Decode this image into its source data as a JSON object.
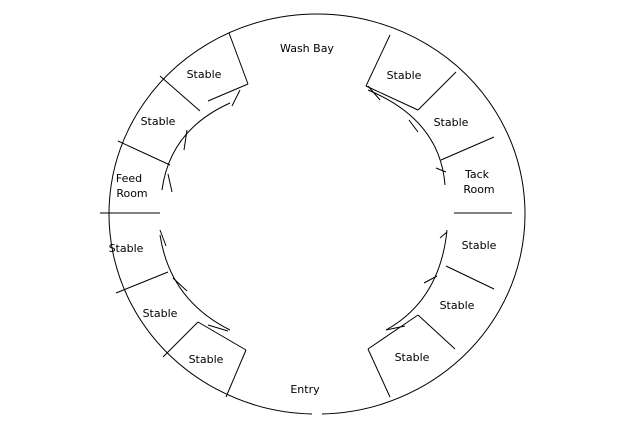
{
  "colors": {
    "line": "#000000",
    "background": "#ffffff"
  },
  "rooms": {
    "wash_bay": "Wash Bay",
    "entry": "Entry",
    "feed_room": [
      "Feed",
      "Room"
    ],
    "tack_room": [
      "Tack",
      "Room"
    ],
    "stable": "Stable"
  }
}
